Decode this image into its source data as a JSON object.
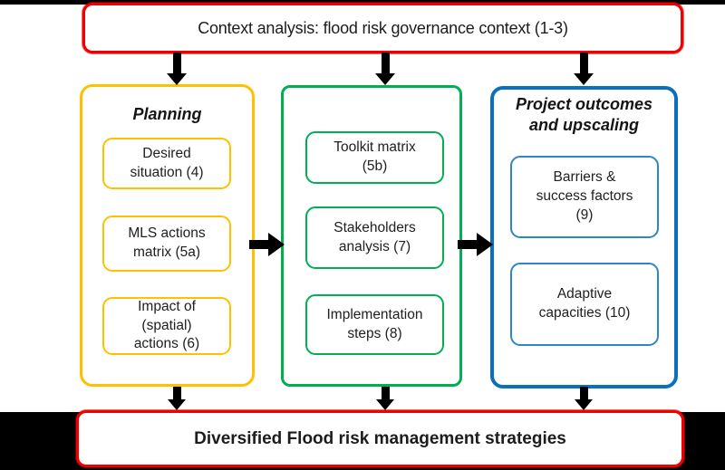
{
  "figure": {
    "top_banner": "Context analysis: flood risk governance context (1-3)",
    "bottom_banner": "Diversified Flood risk management strategies"
  },
  "columns": [
    {
      "id": "planning",
      "title": "Planning",
      "border_color": "#FFC000",
      "items": [
        "Desired\nsituation (4)",
        "MLS actions\nmatrix (5a)",
        "Impact of\n(spatial)\nactions (6)"
      ]
    },
    {
      "id": "toolkit",
      "title": "",
      "border_color": "#00B050",
      "items": [
        "Toolkit matrix\n(5b)",
        "Stakeholders\nanalysis (7)",
        "Implementation\nsteps (8)"
      ]
    },
    {
      "id": "outcomes",
      "title": "Project outcomes\nand upscaling",
      "border_color": "#0B6FBE",
      "items": [
        "Barriers &\nsuccess factors\n(9)",
        "Adaptive\ncapacities (10)"
      ]
    }
  ],
  "colors": {
    "banner_border": "#F20000",
    "planning_border": "#FFC000",
    "toolkit_border": "#00B050",
    "outcomes_border": "#0B6FBE",
    "outcomes_inner_border": "#2E85C8",
    "connector": "#000000",
    "background": "#FFFFFF",
    "text": "#1C1C1C"
  },
  "icons": {
    "down_arrow": "▼",
    "right_arrow": "▶"
  }
}
